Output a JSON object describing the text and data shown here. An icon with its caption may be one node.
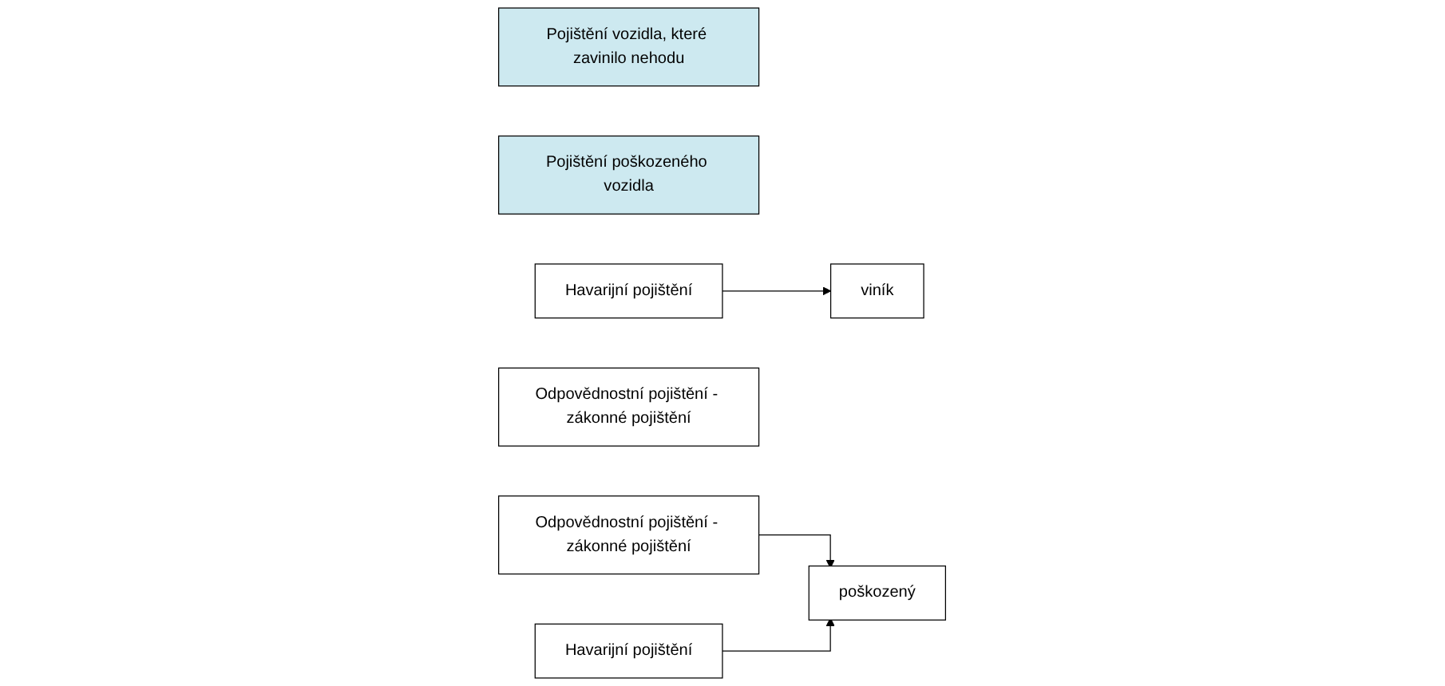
{
  "diagram": {
    "nodes": [
      {
        "text": [
          "Pojištění vozidla, které zavinilo nehodu"
        ]
      },
      {
        "text": [
          "Pojištění poškozeného vozidla"
        ]
      },
      {
        "text": [
          "Havarijní pojištění"
        ]
      },
      {
        "text": [
          "Odpovědnostní pojištění - zákonné pojištění"
        ]
      },
      {
        "text": [
          "viník"
        ]
      },
      {
        "text": [
          "Odpovědnostní pojištění - zákonné pojištění"
        ]
      },
      {
        "text": [
          "poškozený"
        ]
      },
      {
        "text": [
          "Havarijní pojištění"
        ]
      }
    ],
    "edges": [
      {
        "from": 2,
        "to": 4,
        "arrow": "to"
      },
      {
        "from": 5,
        "to": 6,
        "arrow": "to"
      },
      {
        "from": 7,
        "to": 6,
        "arrow": "to"
      }
    ]
  }
}
